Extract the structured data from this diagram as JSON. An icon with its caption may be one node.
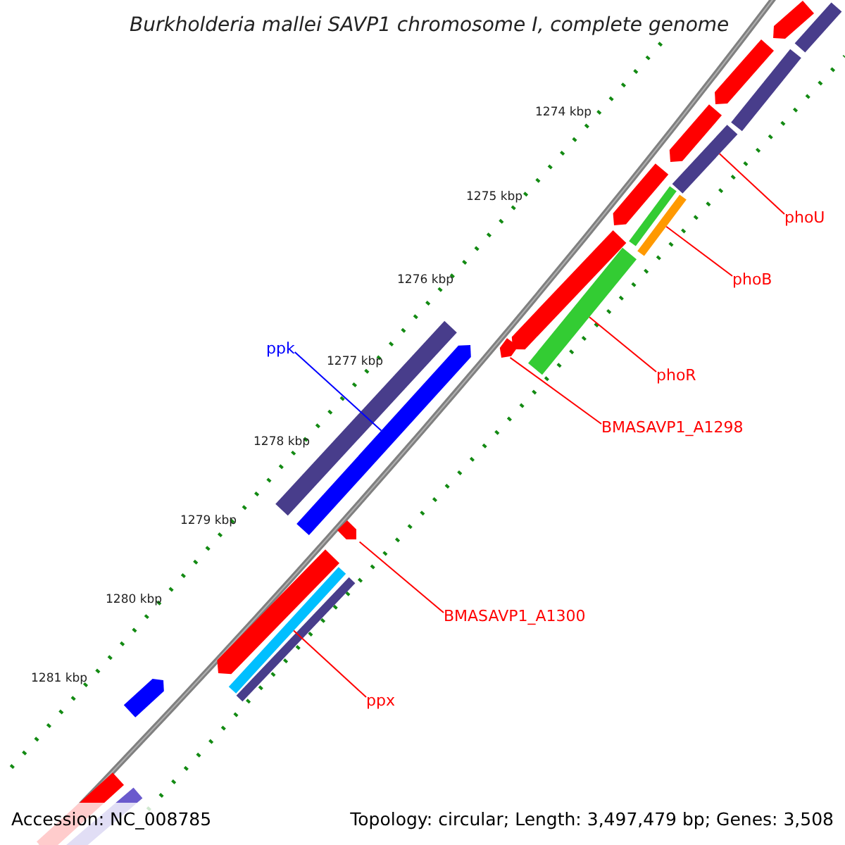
{
  "diagram": {
    "title": "Burkholderia mallei SAVP1 chromosome I, complete genome",
    "nodes": [
      {
        "text": [
          "phoU"
        ]
      },
      {
        "text": [
          "phoB"
        ]
      },
      {
        "text": [
          "phoR"
        ]
      },
      {
        "text": [
          "BMASAVP1_A1298"
        ]
      },
      {
        "text": [
          "BMASAVP1_A1300"
        ]
      },
      {
        "text": [
          "ppx"
        ]
      },
      {
        "text": [
          "ppk"
        ]
      },
      {
        "text": [],
        "shape": "bar"
      },
      {
        "text": [],
        "shape": "bar"
      },
      {
        "text": [],
        "shape": "bar"
      },
      {
        "text": [],
        "shape": "bar"
      },
      {
        "text": [],
        "shape": "bar"
      },
      {
        "text": [],
        "shape": "bar"
      },
      {
        "text": [],
        "shape": "bar"
      },
      {
        "text": [],
        "shape": "bar"
      },
      {
        "text": [],
        "shape": "bar"
      },
      {
        "text": [],
        "shape": "bar"
      },
      {
        "text": [],
        "shape": "bar"
      },
      {
        "text": [],
        "shape": "bar"
      },
      {
        "text": [],
        "shape": "bar"
      },
      {
        "text": [],
        "shape": "bar"
      },
      {
        "text": [],
        "shape": "bar"
      },
      {
        "text": [],
        "shape": "bar"
      },
      {
        "text": [],
        "shape": "bar"
      },
      {
        "text": [],
        "shape": "bar"
      },
      {
        "text": [],
        "shape": "bar"
      },
      {
        "text": [],
        "shape": "bar"
      },
      {
        "text": [],
        "shape": "bar"
      }
    ],
    "edges": [
      {
        "from": 0,
        "to": 12,
        "arrow": "none"
      },
      {
        "from": 1,
        "to": 15,
        "arrow": "none"
      },
      {
        "from": 2,
        "to": 17,
        "arrow": "none"
      },
      {
        "from": 3,
        "to": 18,
        "arrow": "none"
      },
      {
        "from": 4,
        "to": 21,
        "arrow": "none"
      },
      {
        "from": 5,
        "to": 23,
        "arrow": "none"
      },
      {
        "from": 6,
        "to": 20,
        "arrow": "none",
        "color": "#0000ff"
      }
    ],
    "labels": [
      "1274 kbp",
      "1275 kbp",
      "1276 kbp",
      "1277 kbp",
      "1278 kbp",
      "1279 kbp",
      "1280 kbp",
      "1281 kbp",
      "Accession: NC_008785",
      "Topology: circular; Length: 3,497,479 bp; Genes: 3,508"
    ]
  }
}
